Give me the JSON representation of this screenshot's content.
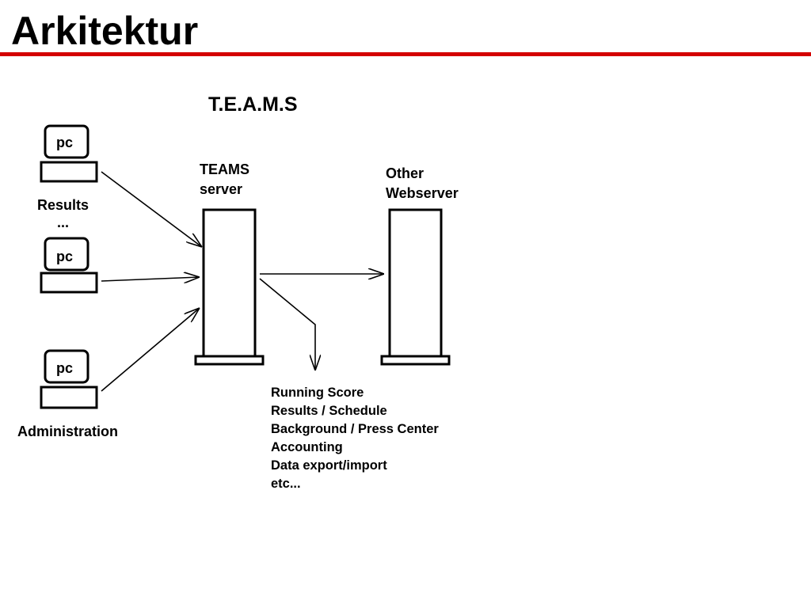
{
  "slide": {
    "title": "Arkitektur",
    "rule_color": "#d40000"
  },
  "diagram": {
    "system_name": "T.E.A.M.S",
    "clients": [
      {
        "screen_label": "pc",
        "caption": "Results"
      },
      {
        "screen_label": "pc",
        "caption": "..."
      },
      {
        "screen_label": "pc",
        "caption": "Administration"
      }
    ],
    "teams_server": {
      "label_line1": "TEAMS",
      "label_line2": "server"
    },
    "other_server": {
      "label_line1": "Other",
      "label_line2": "Webserver"
    },
    "services": [
      "Running Score",
      "Results / Schedule",
      "Background / Press Center",
      "Accounting",
      "Data export/import",
      "etc..."
    ]
  }
}
